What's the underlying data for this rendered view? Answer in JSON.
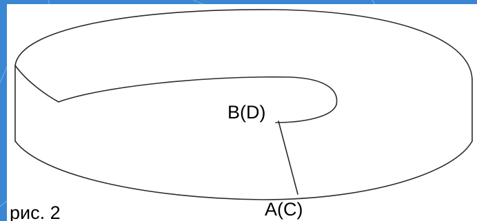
{
  "colors": {
    "background": "#3a86d2",
    "panel": "#ffffff",
    "stroke": "#2a2a2a",
    "text": "#000000"
  },
  "figure": {
    "point_top_label": "B(D)",
    "point_bottom_label": "A(C)",
    "caption": "рис. 2"
  }
}
